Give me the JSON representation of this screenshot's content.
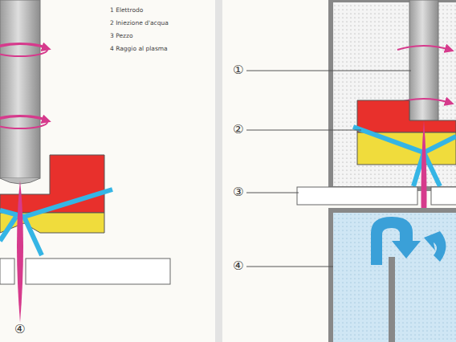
{
  "diagram": {
    "labels": [
      "1 Elettrodo",
      "2 Iniezione d'acqua",
      "3 Pezzo",
      "4 Raggio al plasma",
      "④",
      "①",
      "②",
      "③",
      "④"
    ]
  }
}
